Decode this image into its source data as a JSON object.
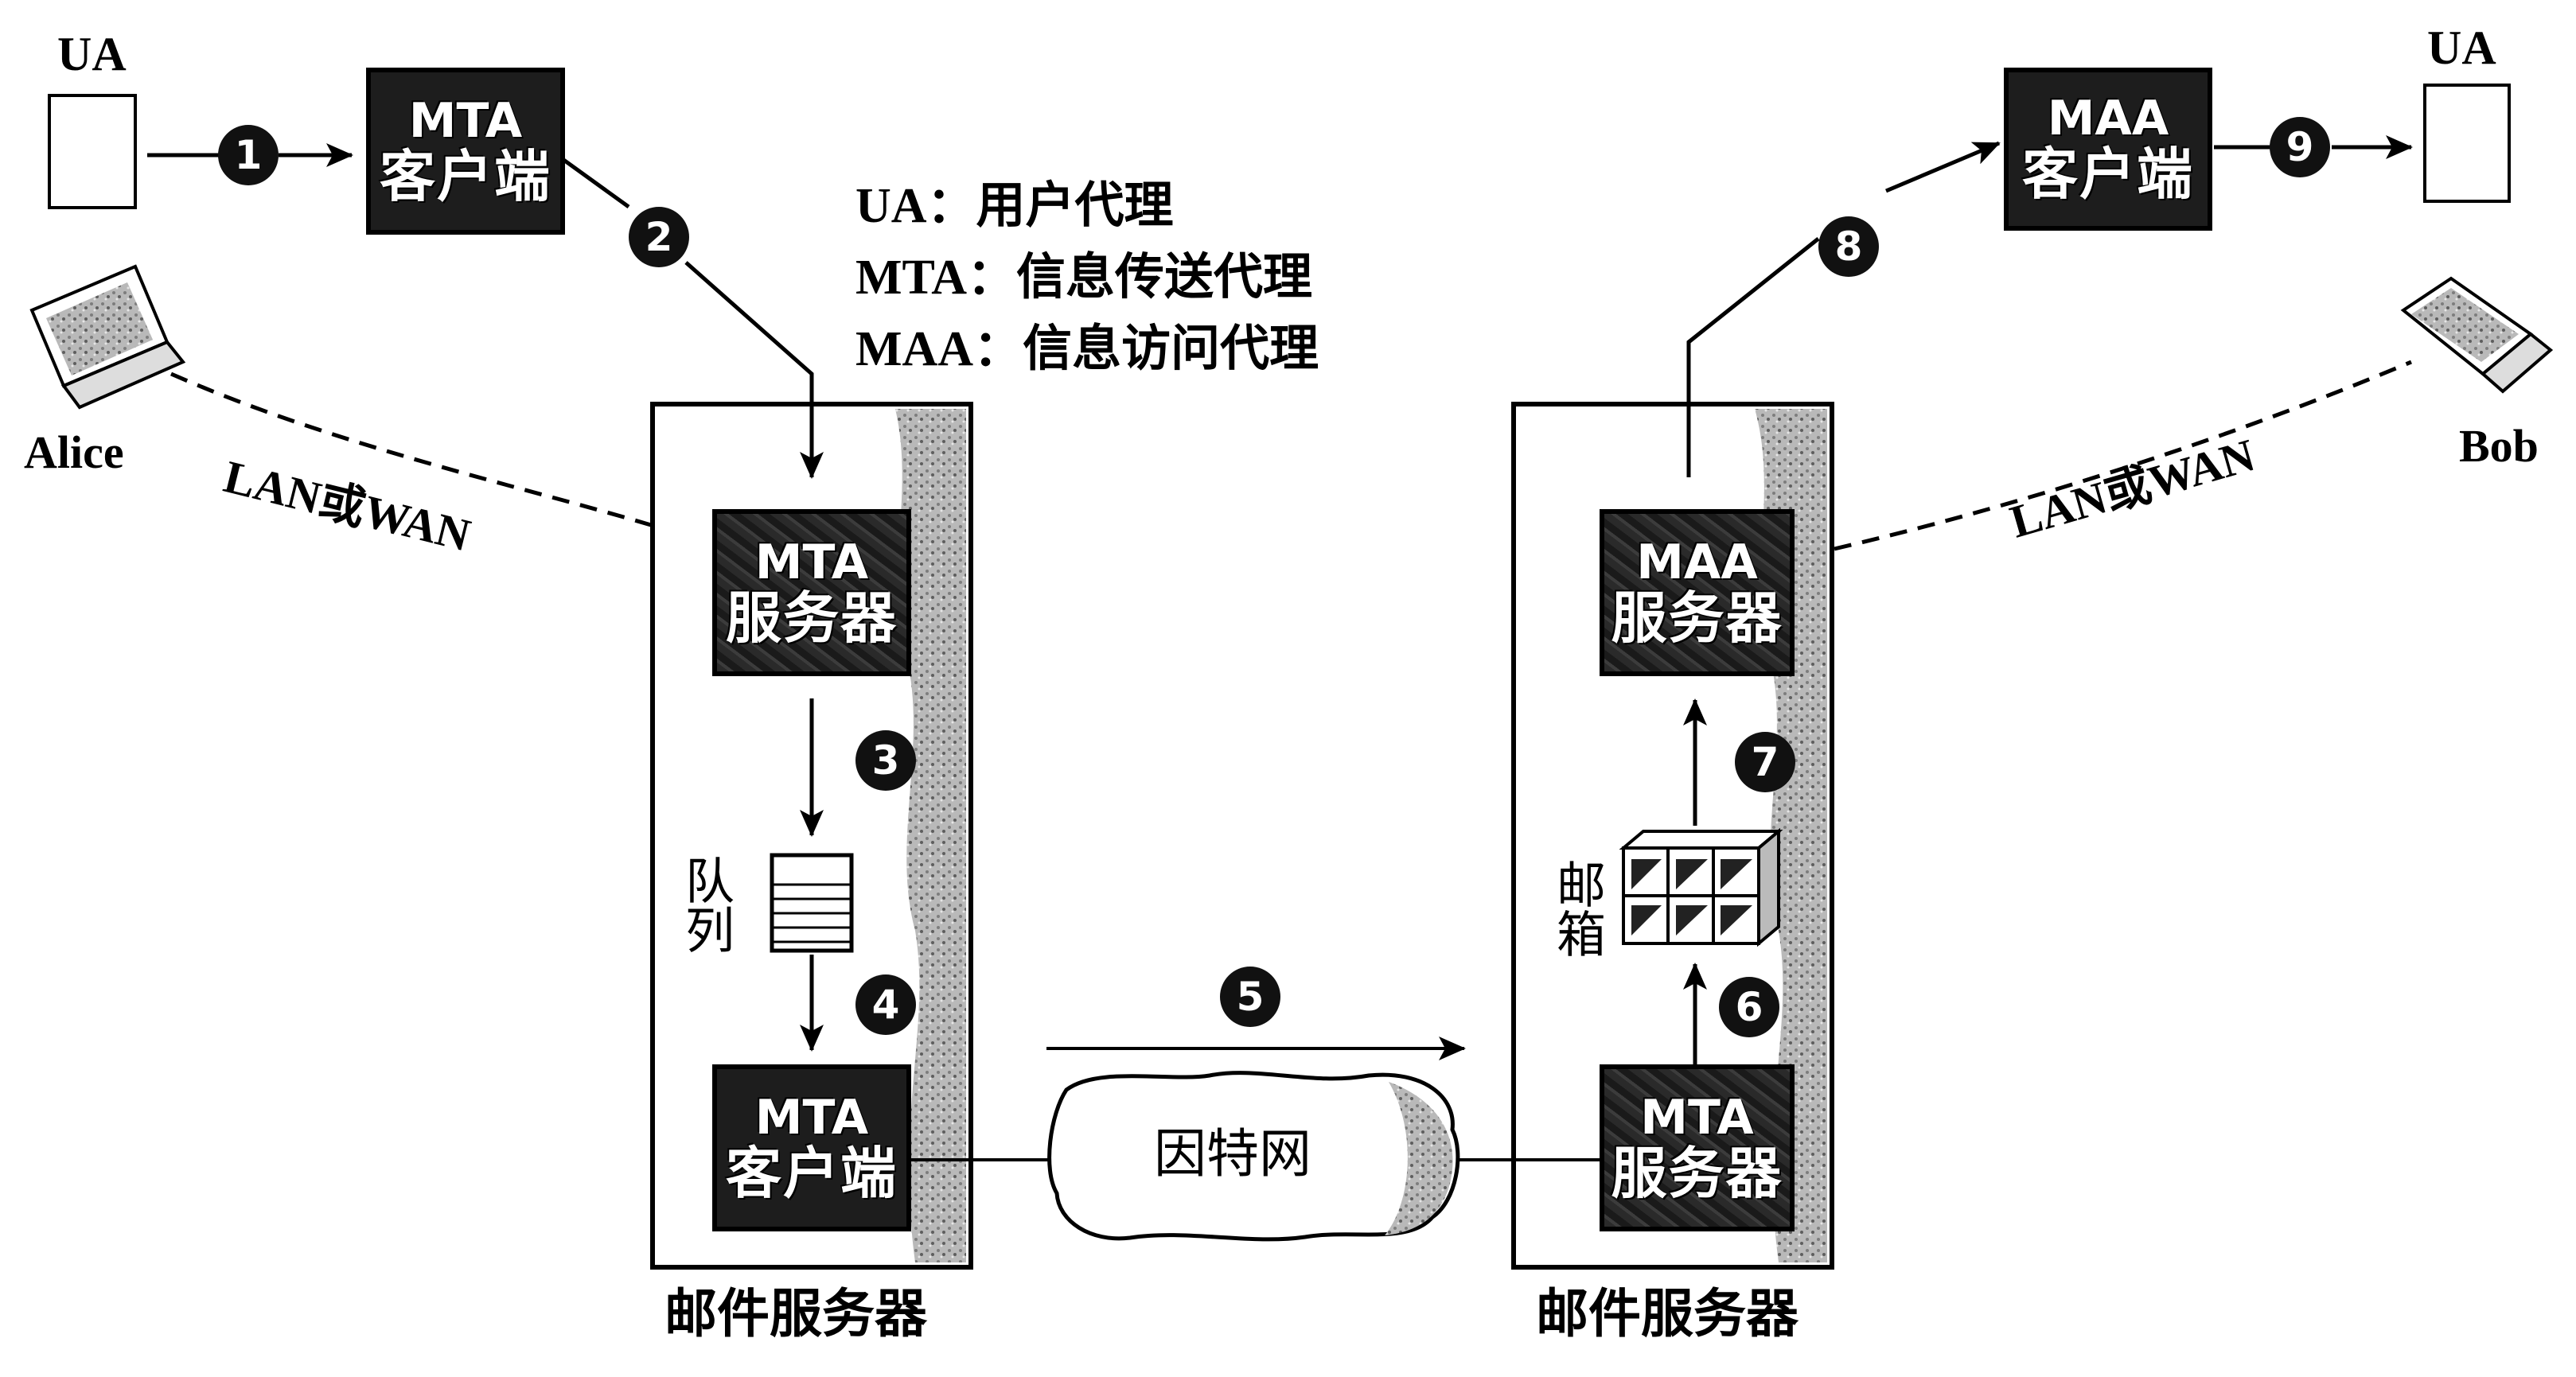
{
  "left_user": {
    "ua_label": "UA",
    "name": "Alice"
  },
  "right_user": {
    "ua_label": "UA",
    "name": "Bob"
  },
  "mta_client_top": {
    "line1": "MTA",
    "line2": "客户端"
  },
  "maa_client_top": {
    "line1": "MAA",
    "line2": "客户端"
  },
  "legend": {
    "ua": "UA：用户代理",
    "mta": "MTA：信息传送代理",
    "maa": "MAA：信息访问代理"
  },
  "network_left": "LAN或WAN",
  "network_right": "LAN或WAN",
  "left_server": {
    "mta_server": {
      "line1": "MTA",
      "line2": "服务器"
    },
    "queue_label": "队列",
    "mta_client": {
      "line1": "MTA",
      "line2": "客户端"
    },
    "caption": "邮件服务器"
  },
  "right_server": {
    "maa_server": {
      "line1": "MAA",
      "line2": "服务器"
    },
    "mailbox_label": "邮箱",
    "mta_server": {
      "line1": "MTA",
      "line2": "服务器"
    },
    "caption": "邮件服务器"
  },
  "internet_label": "因特网",
  "steps": [
    "1",
    "2",
    "3",
    "4",
    "5",
    "6",
    "7",
    "8",
    "9"
  ]
}
